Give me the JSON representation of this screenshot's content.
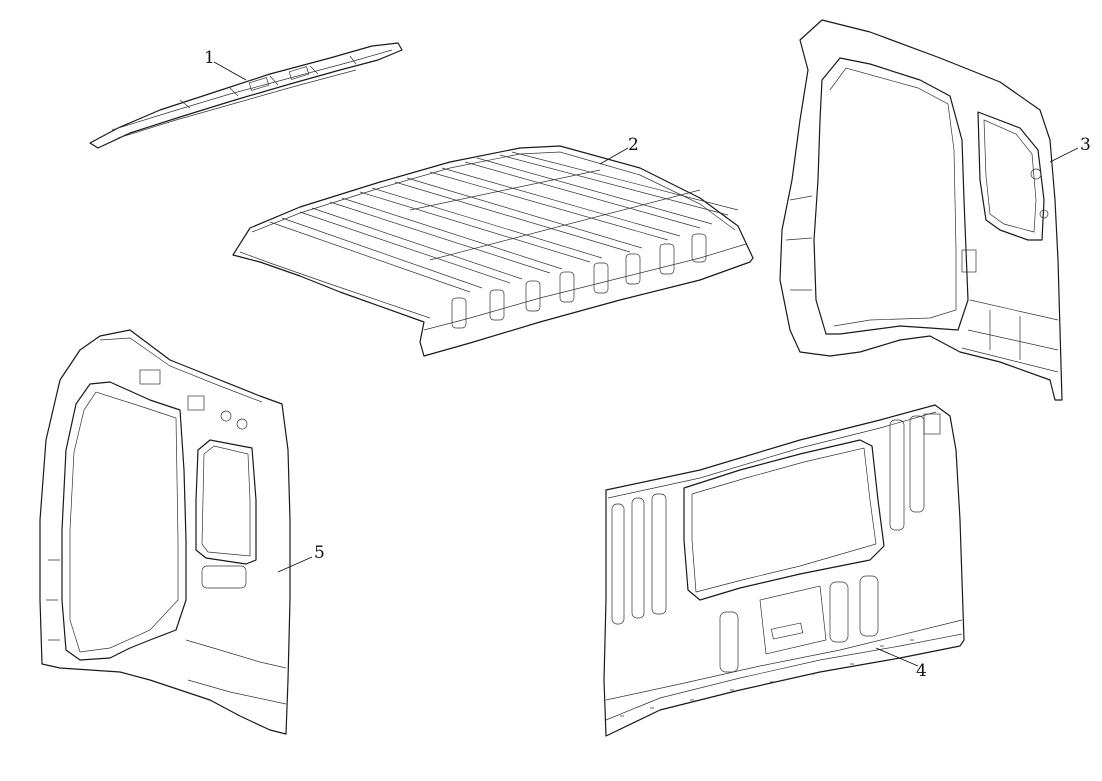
{
  "callouts": {
    "part1": "1",
    "part2": "2",
    "part3": "3",
    "part4": "4",
    "part5": "5"
  },
  "colors": {
    "line": "#1a1a1a",
    "background": "#ffffff"
  }
}
